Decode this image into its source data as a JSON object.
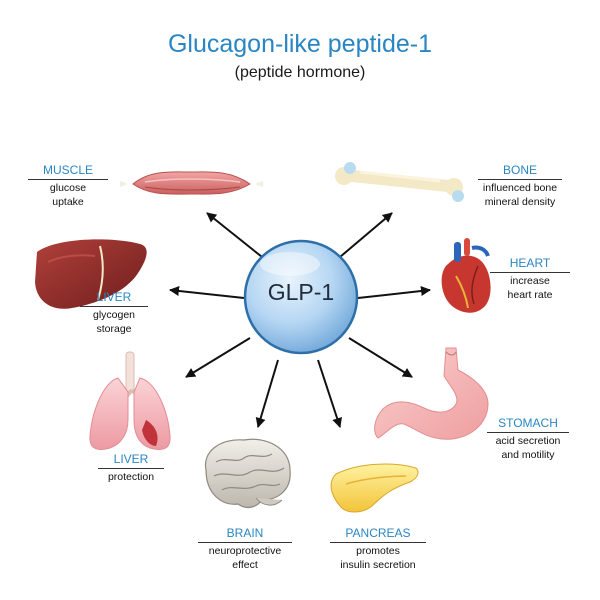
{
  "title": "Glucagon-like peptide-1",
  "subtitle": "(peptide hormone)",
  "hub": {
    "label": "GLP-1"
  },
  "organs": [
    {
      "name": "MUSCLE",
      "effect": [
        "glucose",
        "uptake"
      ]
    },
    {
      "name": "BONE",
      "effect": [
        "influenced bone",
        "mineral density"
      ]
    },
    {
      "name": "LIVER",
      "effect": [
        "glycogen",
        "storage"
      ]
    },
    {
      "name": "HEART",
      "effect": [
        "increase",
        "heart rate"
      ]
    },
    {
      "name": "LIVER",
      "effect": [
        "protection"
      ]
    },
    {
      "name": "STOMACH",
      "effect": [
        "acid secretion",
        "and motility"
      ]
    },
    {
      "name": "BRAIN",
      "effect": [
        "neuroprotective",
        "effect"
      ]
    },
    {
      "name": "PANCREAS",
      "effect": [
        "promotes",
        "insulin secretion"
      ]
    }
  ],
  "colors": {
    "title": "#2a86c3",
    "label": "#2a86c3",
    "hub": "#a9cdef",
    "hub_outline": "#2d6fa8",
    "arrow": "#111111"
  },
  "icons": [
    "muscle-icon",
    "bone-icon",
    "liver-icon",
    "heart-icon",
    "lungs-icon",
    "stomach-icon",
    "brain-icon",
    "pancreas-icon"
  ]
}
